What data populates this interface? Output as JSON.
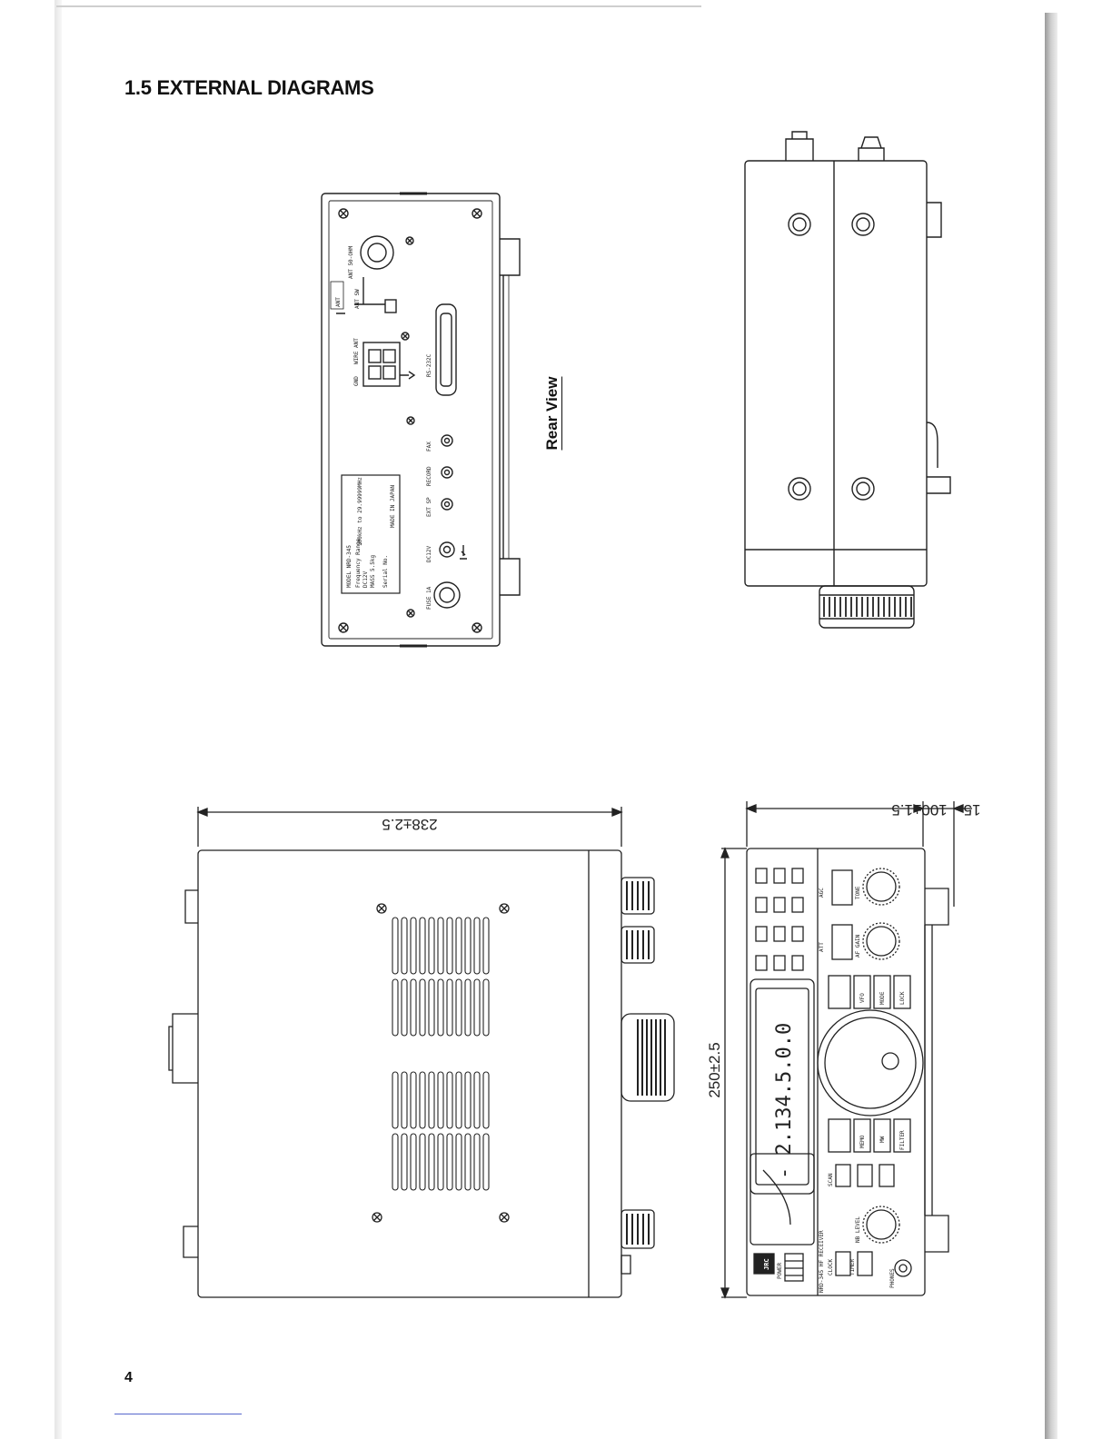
{
  "page": {
    "heading": "1.5  EXTERNAL DIAGRAMS",
    "page_number": "4"
  },
  "rear_view": {
    "caption": "Rear View",
    "label_model": "MODEL  NRD-345",
    "label_frequency": "Frequency Range",
    "label_dc": "DC12V",
    "label_mass": "MASS  5.5kg",
    "label_serial": "Serial No.",
    "label_range": "100kHz to 29.99999MHz",
    "label_japan": "MADE IN JAPAN",
    "ant_box": "ANT",
    "ant_50": "ANT 50-OHM",
    "ant_sw": "ANT SW",
    "gnd": "GND",
    "wire_ant": "WIRE ANT",
    "rs232": "RS-232C",
    "fax": "FAX",
    "record": "RECORD",
    "ext_sp": "EXT SP",
    "dc12v": "DC12V",
    "fuse": "FUSE 1A"
  },
  "front_view": {
    "width_dim": "100±1.5",
    "depth_dim": "15",
    "height_dim": "250±2.5",
    "display_freq": "- 2.134.5.0.0",
    "brand": "JRC",
    "model_text": "NRD-345 HF RECEIVER",
    "knob_tone": "TONE",
    "knob_af_gain": "AF GAIN",
    "knob_nb_level": "NB LEVEL",
    "btn_agc": "AGC",
    "btn_att": "ATT",
    "btn_vfo": "VFO",
    "btn_mode": "MODE",
    "btn_lock": "LOCK",
    "btn_memo": "MEMO",
    "btn_mw": "MW",
    "btn_filter": "FILTER",
    "btn_scan": "SCAN",
    "btn_clock": "CLOCK",
    "btn_timer": "TIMER",
    "lbl_power": "POWER",
    "lbl_phones": "PHONES"
  },
  "top_view": {
    "width_dim": "238±2.5"
  }
}
